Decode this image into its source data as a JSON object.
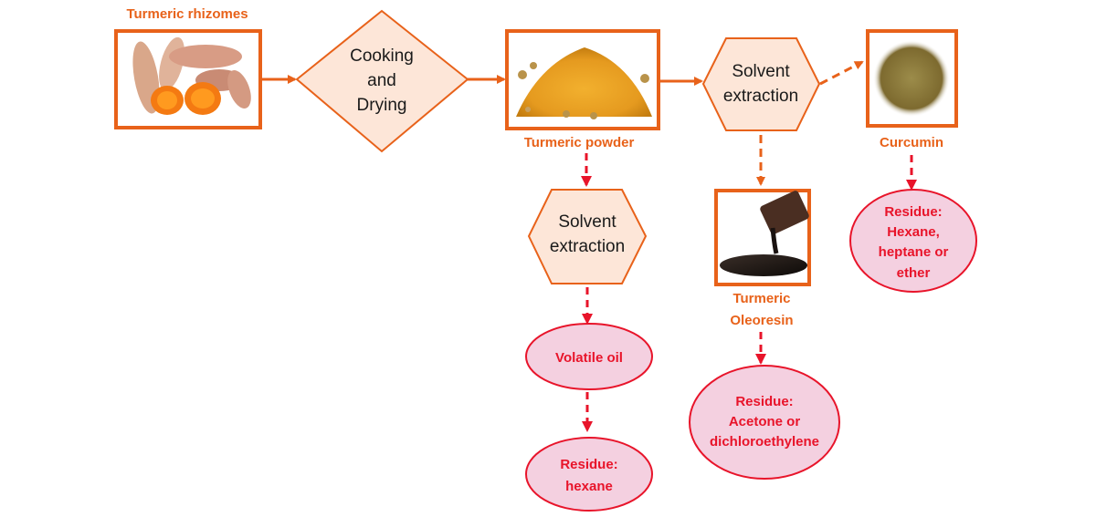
{
  "labels": {
    "turmeric_rhizomes": "Turmeric rhizomes",
    "turmeric_powder": "Turmeric powder",
    "curcumin": "Curcumin",
    "turmeric_oleoresin_1": "Turmeric",
    "turmeric_oleoresin_2": "Oleoresin"
  },
  "steps": {
    "cooking_drying": [
      "Cooking",
      "and",
      "Drying"
    ],
    "solvent_extraction_top": [
      "Solvent",
      "extraction"
    ],
    "solvent_extraction_mid": [
      "Solvent",
      "extraction"
    ]
  },
  "outputs": {
    "volatile_oil": [
      "Volatile oil"
    ],
    "residue_hexane": [
      "Residue:",
      "hexane"
    ],
    "residue_acetone": [
      "Residue:",
      "Acetone or",
      "dichloroethylene"
    ],
    "residue_hexane_heptane": [
      "Residue:",
      "Hexane,",
      "heptane or",
      "ether"
    ]
  },
  "colors": {
    "orange": "#e8621a",
    "shape_fill": "#fde6d8",
    "arrow_red": "#e8142a",
    "ellipse_fill": "#f4d0e0"
  }
}
